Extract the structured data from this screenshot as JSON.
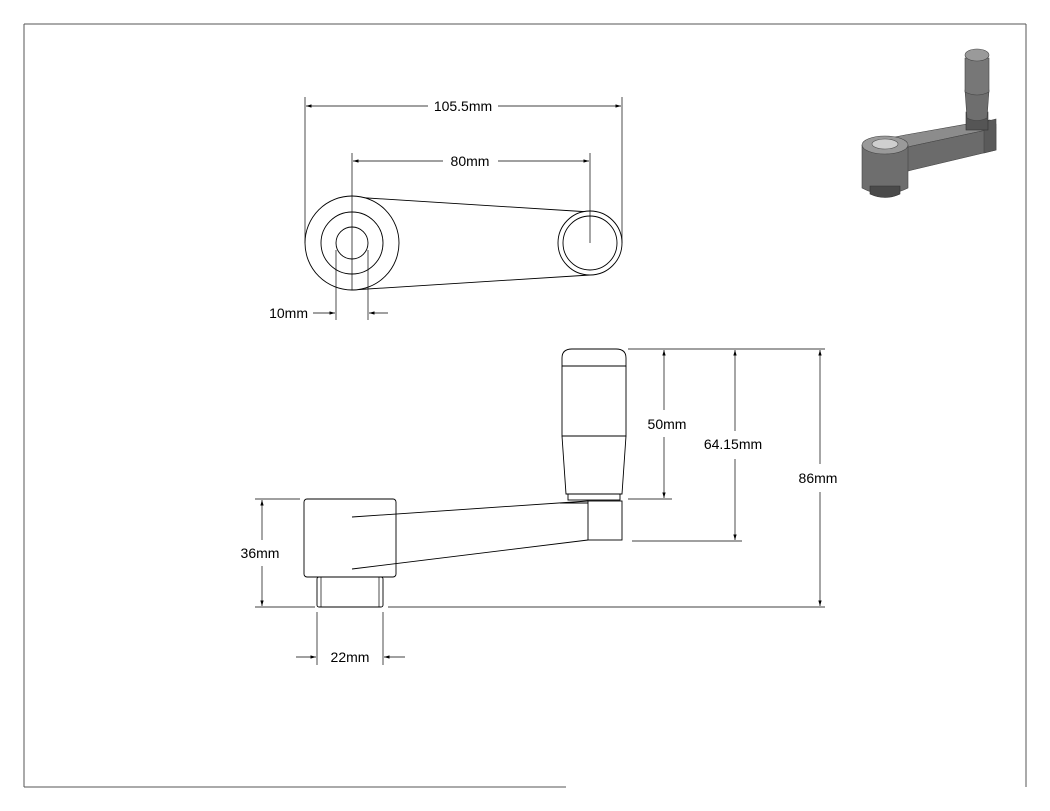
{
  "dimensions": {
    "overall_length": "105.5mm",
    "center_distance": "80mm",
    "bore_diameter": "10mm",
    "grip_length": "50mm",
    "grip_offset": "64.15mm",
    "overall_height": "86mm",
    "hub_height": "36mm",
    "hub_diameter": "22mm"
  },
  "colors": {
    "line": "#000000",
    "frame": "#555555",
    "iso_dark": "#5f5f5f",
    "iso_mid": "#7a7a7a",
    "iso_light": "#9a9a9a"
  }
}
